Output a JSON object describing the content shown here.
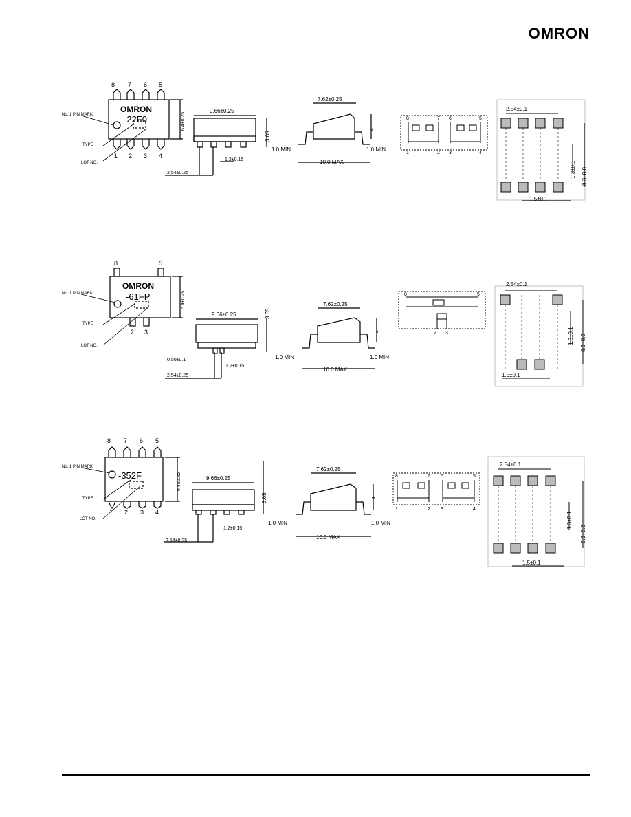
{
  "brand": "OMRON",
  "rows": [
    {
      "model": "-22F0",
      "top_pins": [
        "8",
        "7",
        "6",
        "5"
      ],
      "bottom_pins": [
        "1",
        "2",
        "3",
        "4"
      ],
      "labels": {
        "pin_mark": "No. 1 PIN MARK",
        "type": "TYPE",
        "lot": "LOT NO."
      },
      "dims": {
        "width": "6.4±0.25",
        "length": "9.66±0.25",
        "height": "3.65",
        "pitch": "2.54±0.25",
        "lead": "1.2±0.15",
        "min_left": "1.0 MIN",
        "min_right": "1.0 MIN",
        "row_span": "7.62±0.25",
        "max": "10.0 MAX",
        "standoff": "4",
        "pad_pitch": "2.54±0.1",
        "pad_w": "1.5±0.1",
        "pad_h": "1.3±0.1",
        "pad_span": "8.3~8.8"
      },
      "schem_pins_top": [
        "8",
        "7",
        "6",
        "5"
      ],
      "schem_pins_bottom": [
        "1",
        "2",
        "3",
        "4"
      ]
    },
    {
      "model": "-61FP",
      "top_pins": [
        "8",
        "5"
      ],
      "bottom_pins": [
        "2",
        "3"
      ],
      "labels": {
        "pin_mark": "No. 1 PIN MARK",
        "type": "TYPE",
        "lot": "LOT NO."
      },
      "dims": {
        "width": "6.4±0.25",
        "length": "9.66±0.25",
        "height": "3.65",
        "pitch": "2.54±0.25",
        "lead": "1.2±0.15",
        "lead2": "0.50±0.1",
        "min_left": "1.0 MIN",
        "min_right": "1.0 MIN",
        "row_span": "7.62±0.25",
        "max": "10.0 MAX",
        "standoff": "4",
        "pad_pitch": "2.54±0.1",
        "pad_w": "1.5±0.1",
        "pad_h": "1.3±0.1",
        "pad_span": "8.3~8.8"
      },
      "schem_pins_top": [
        "8",
        "5"
      ],
      "schem_pins_bottom": [
        "2",
        "3"
      ]
    },
    {
      "model": "-352F",
      "top_pins": [
        "8",
        "7",
        "6",
        "5"
      ],
      "bottom_pins": [
        "1",
        "2",
        "3",
        "4"
      ],
      "labels": {
        "pin_mark": "No. 1 PIN MARK",
        "type": "TYPE",
        "lot": "LOT NO."
      },
      "dims": {
        "width": "6.4±0.25",
        "length": "9.66±0.25",
        "height": "3.65",
        "pitch": "2.54±0.25",
        "lead": "1.2±0.15",
        "min_left": "1.0 MIN",
        "min_right": "1.0 MIN",
        "row_span": "7.62±0.25",
        "max": "10.0 MAX",
        "standoff": "4",
        "pad_pitch": "2.54±0.1",
        "pad_w": "1.5±0.1",
        "pad_h": "1.3±0.1",
        "pad_span": "8.3~8.8"
      },
      "schem_pins_top": [
        "8",
        "7",
        "6",
        "5"
      ],
      "schem_pins_bottom": [
        "1",
        "2",
        "3",
        "4"
      ]
    }
  ]
}
